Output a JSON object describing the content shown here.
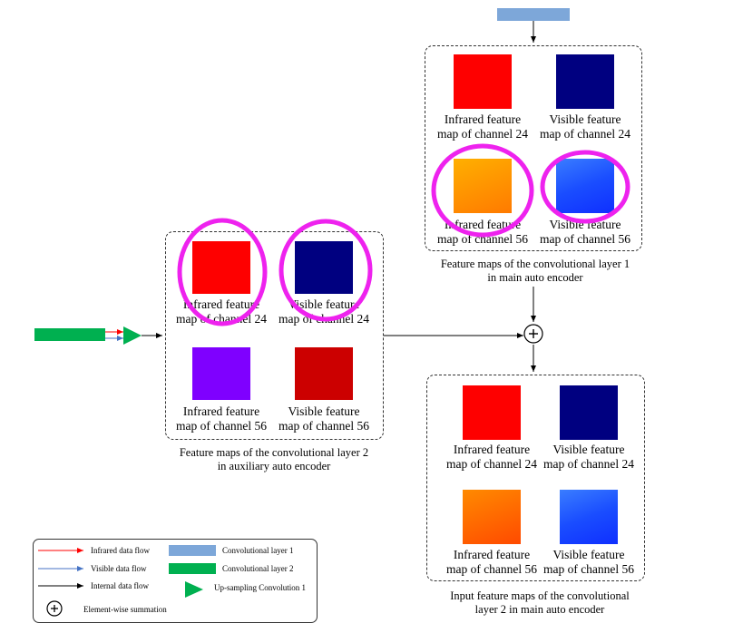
{
  "main_layer1": {
    "cells": [
      {
        "line1": "Infrared feature",
        "line2": "map of channel 24",
        "color": "#fe0000"
      },
      {
        "line1": "Visible feature",
        "line2": "map of channel 24",
        "color": "#000080"
      },
      {
        "line1": "Infrared feature",
        "line2": "map of channel 56",
        "color": "#ff9900"
      },
      {
        "line1": "Visible feature",
        "line2": "map of channel 56",
        "color": "#1a4dff"
      }
    ],
    "caption_line1": "Feature maps of the convolutional layer 1",
    "caption_line2": "in main auto encoder"
  },
  "aux_layer2": {
    "cells": [
      {
        "line1": "Infrared feature",
        "line2": "map of channel 24",
        "color": "#fe0000"
      },
      {
        "line1": "Visible feature",
        "line2": "map of channel 24",
        "color": "#000080"
      },
      {
        "line1": "Infrared feature",
        "line2": "map of channel 56",
        "color": "#7f00ff"
      },
      {
        "line1": "Visible feature",
        "line2": "map of channel 56",
        "color": "#cc0000"
      }
    ],
    "caption_line1": "Feature maps of the convolutional layer 2",
    "caption_line2": "in auxiliary auto encoder"
  },
  "main_layer2_input": {
    "cells": [
      {
        "line1": "Infrared feature",
        "line2": "map of channel 24",
        "color": "#fe0000"
      },
      {
        "line1": "Visible feature",
        "line2": "map of channel 24",
        "color": "#000080"
      },
      {
        "line1": "Infrared feature",
        "line2": "map of channel 56",
        "color": "#ff6a00"
      },
      {
        "line1": "Visible feature",
        "line2": "map of channel 56",
        "color": "#1a4dff"
      }
    ],
    "caption_line1": "Input feature maps of the convolutional",
    "caption_line2": "layer 2  in main auto encoder"
  },
  "legend": {
    "infrared_flow": "Infrared data flow",
    "visible_flow": "Visible data flow",
    "internal_flow": "Internal data flow",
    "summation": "Element-wise summation",
    "conv1": "Convolutional layer 1",
    "conv2": "Convolutional layer 2",
    "upsampling": "Up-sampling Convolution 1"
  },
  "colors": {
    "conv1_block": "#7da7d9",
    "conv2_block": "#00b050",
    "upsampling": "#00b050",
    "infrared_arrow": "#ff0000",
    "visible_arrow": "#4472c4",
    "highlight_ring": "#ee22ee"
  }
}
